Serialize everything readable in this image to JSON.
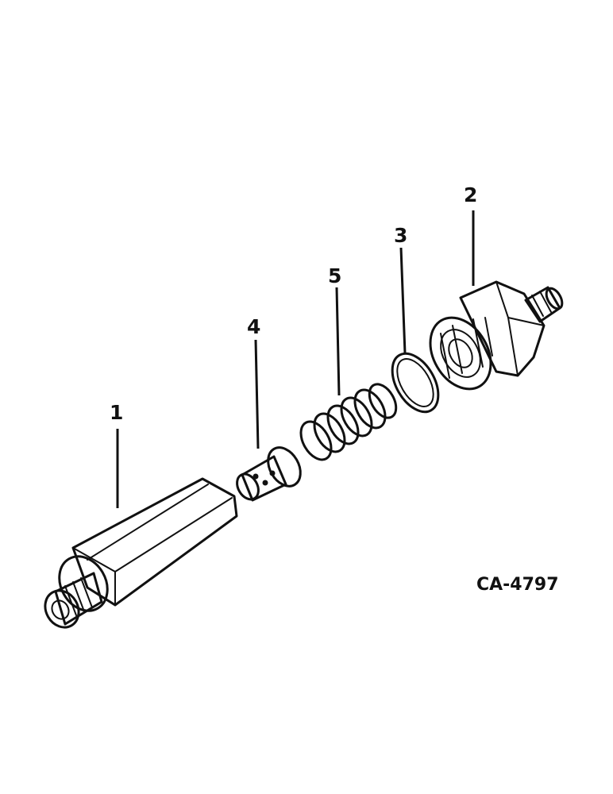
{
  "drawing_code": "CA-4797",
  "callouts": {
    "part1": "1",
    "part2": "2",
    "part3": "3",
    "part4": "4",
    "part5": "5"
  }
}
